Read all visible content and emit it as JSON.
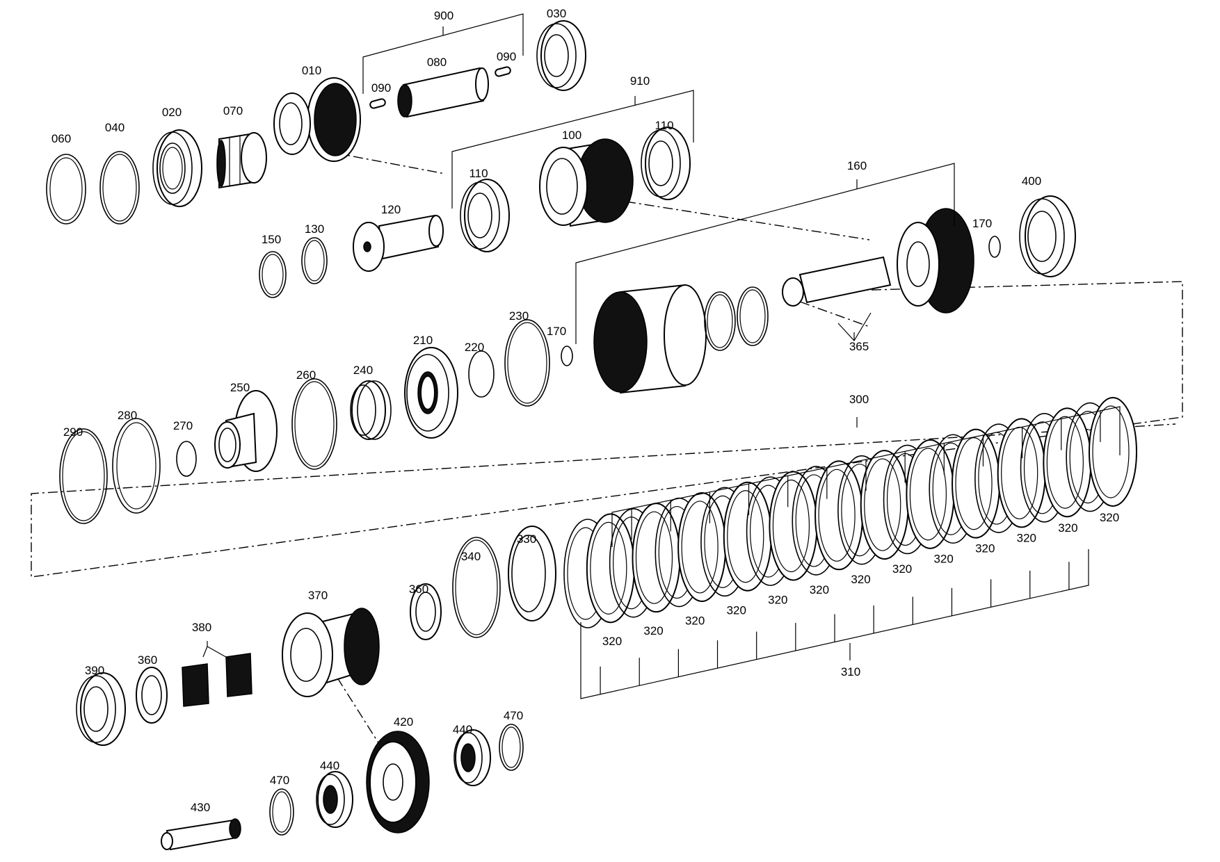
{
  "diagram": {
    "labels": {
      "l010": "010",
      "l020": "020",
      "l030": "030",
      "l040": "040",
      "l060": "060",
      "l070": "070",
      "l080": "080",
      "l090a": "090",
      "l090b": "090",
      "l100": "100",
      "l110a": "110",
      "l110b": "110",
      "l120": "120",
      "l130": "130",
      "l150": "150",
      "l160": "160",
      "l170a": "170",
      "l170b": "170",
      "l210": "210",
      "l220": "220",
      "l230": "230",
      "l240": "240",
      "l250": "250",
      "l260": "260",
      "l270": "270",
      "l280": "280",
      "l290": "290",
      "l300": "300",
      "l310": "310",
      "l330": "330",
      "l340": "340",
      "l360a": "360",
      "l360b": "360",
      "l365": "365",
      "l370": "370",
      "l380": "380",
      "l390": "390",
      "l400": "400",
      "l420": "420",
      "l430": "430",
      "l440a": "440",
      "l440b": "440",
      "l470a": "470",
      "l470b": "470",
      "l900": "900",
      "l910": "910"
    },
    "repeated_label_320": "320",
    "plate_label_count": 13
  }
}
